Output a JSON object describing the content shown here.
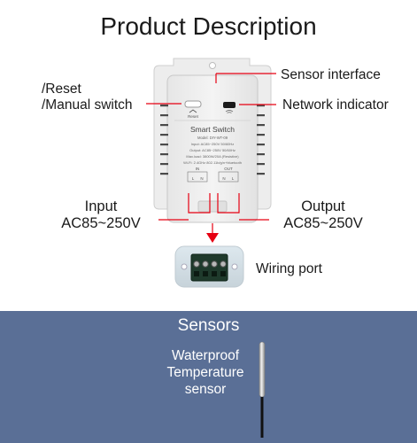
{
  "title": "Product Description",
  "labels": {
    "reset": "/Reset",
    "manual_switch": "/Manual switch",
    "sensor_interface": "Sensor interface",
    "network_indicator": "Network indicator",
    "input": "Input",
    "input_voltage": "AC85~250V",
    "output": "Output",
    "output_voltage": "AC85~250V",
    "wiring_port": "Wiring port"
  },
  "device": {
    "reset_label": "Reset",
    "name": "Smart Switch",
    "model": "Model: DIY-WT-09",
    "input_spec": "Input: AC85~250V 50/60Hz",
    "output_spec": "Output: AC85~250V 50/60Hz",
    "max_load": "Max.load: 3800W/20A (Resistive)",
    "wifi": "Wi-Fi: 2.4GHz 802.11b/g/n+bluetooth",
    "in_label": "IN",
    "out_label": "OUT",
    "terminals": [
      "L",
      "N",
      "N",
      "L"
    ]
  },
  "sensors": {
    "title": "Sensors",
    "probe_line1": "Waterproof",
    "probe_line2": "Temperature",
    "probe_line3": "sensor"
  },
  "colors": {
    "annotation_red": "#e60012",
    "band_blue": "#5a6f96"
  }
}
